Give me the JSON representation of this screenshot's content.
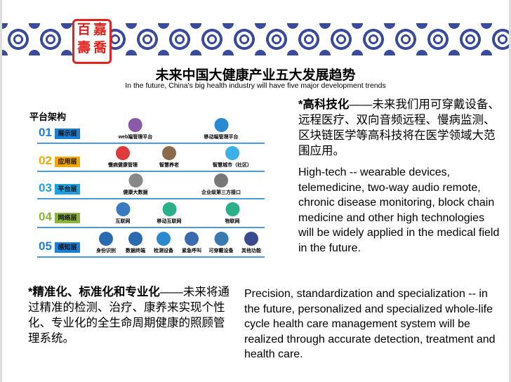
{
  "logo": {
    "seal_text": [
      "嘉",
      "百",
      "喬",
      "壽"
    ]
  },
  "header": {
    "title": "未来中国大健康产业五大发展趋势",
    "subtitle": "In the future, China's big health industry will have five major development trends"
  },
  "architecture": {
    "title": "平台架构",
    "layers": [
      {
        "num": "01",
        "name": "展示层",
        "color": "#1a7fd6",
        "items": [
          {
            "label": "web端管理平台",
            "icon": "network-icon",
            "color": "#8a5aa8"
          },
          {
            "label": "移动端管理平台",
            "icon": "cloud-icon",
            "color": "#2a8ad0"
          }
        ]
      },
      {
        "num": "02",
        "name": "应用层",
        "color": "#f5a800",
        "items": [
          {
            "label": "慢病健康管理",
            "icon": "medical-kit-icon",
            "color": "#e03a3a"
          },
          {
            "label": "智慧养老",
            "icon": "elderly-icon",
            "color": "#8a6a4a"
          },
          {
            "label": "智慧城市（社区）",
            "icon": "smart-city-icon",
            "color": "#3ab0e8"
          }
        ]
      },
      {
        "num": "03",
        "name": "平台层",
        "color": "#1ca0e0",
        "items": [
          {
            "label": "健康大数据",
            "icon": "gears-icon",
            "color": "#888888"
          },
          {
            "label": "企业级第三方接口",
            "icon": "server-icon",
            "color": "#777777"
          }
        ]
      },
      {
        "num": "04",
        "name": "网络层",
        "color": "#8ab43a",
        "items": [
          {
            "label": "互联网",
            "icon": "internet-icon",
            "color": "#3a7ac0"
          },
          {
            "label": "移动互联网",
            "icon": "mobile-icon",
            "color": "#2ab08a"
          },
          {
            "label": "物联网",
            "icon": "iot-icon",
            "color": "#2ab08a"
          }
        ]
      },
      {
        "num": "05",
        "name": "感知层",
        "color": "#1a7fd6",
        "items": [
          {
            "label": "身份识别",
            "icon": "user-cloud-icon",
            "color": "#2a6ab0"
          },
          {
            "label": "数据终端",
            "icon": "uhd-monitor-icon",
            "color": "#2a6ab0"
          },
          {
            "label": "检测设备",
            "icon": "tablet-icon",
            "color": "#2a8ad0"
          },
          {
            "label": "紧急呼叫",
            "icon": "phone-touch-icon",
            "color": "#3a6ab0"
          },
          {
            "label": "可穿戴设备",
            "icon": "watch-icon",
            "color": "#3a7ab0"
          },
          {
            "label": "其他功能",
            "icon": "lock-icon",
            "color": "#3a4a8c"
          }
        ]
      }
    ]
  },
  "hightech": {
    "zh_bold": "*高科技化",
    "zh": "——未来我们用可穿戴设备、远程医疗、双向音频远程、慢病监测、区块链医学等高科技将在医学领域大范围应用。",
    "en": "High-tech -- wearable devices, telemedicine, two-way audio remote, chronic disease monitoring, block chain medicine and other high technologies will be widely applied in the medical field in the future."
  },
  "precision": {
    "zh_bold": "*精准化、标准化和专业化",
    "zh": "——未来将通过精准的检测、治疗、康养来实现个性化、专业化的全生命周期健康的照顾管理系统。",
    "en": "Precision, standardization and specialization -- in the future, personalized and specialized whole-life cycle health care management system will be realized through accurate detection, treatment and health care."
  }
}
